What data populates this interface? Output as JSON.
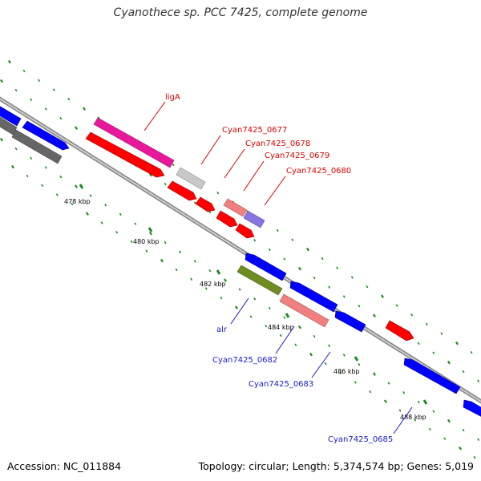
{
  "title": "Cyanothece sp. PCC 7425, complete genome",
  "footer": {
    "accession": "Accession: NC_011884",
    "summary": "Topology: circular; Length: 5,374,574 bp; Genes: 5,019"
  },
  "colors": {
    "backbone": "#8c8c8c",
    "tick": "#1f8a1f",
    "forward_label": "#e00000",
    "reverse_label": "#1a1acc",
    "gene_red": "#ff0000",
    "gene_blue": "#0000ff",
    "gene_gray": "#666666",
    "gene_magenta": "#e8189a",
    "gene_lightgray": "#c8c8c8",
    "gene_pink": "#f08080",
    "gene_purple": "#8a74e0",
    "gene_olive": "#6e8c22"
  },
  "scale": {
    "labels": [
      "478 kbp",
      "480 kbp",
      "482 kbp",
      "484 kbp",
      "486 kbp",
      "488 kbp"
    ]
  },
  "gene_labels": {
    "forward": [
      "ligA",
      "Cyan7425_0677",
      "Cyan7425_0678",
      "Cyan7425_0679",
      "Cyan7425_0680"
    ],
    "reverse": [
      "alr",
      "Cyan7425_0682",
      "Cyan7425_0683",
      "Cyan7425_0685"
    ]
  }
}
